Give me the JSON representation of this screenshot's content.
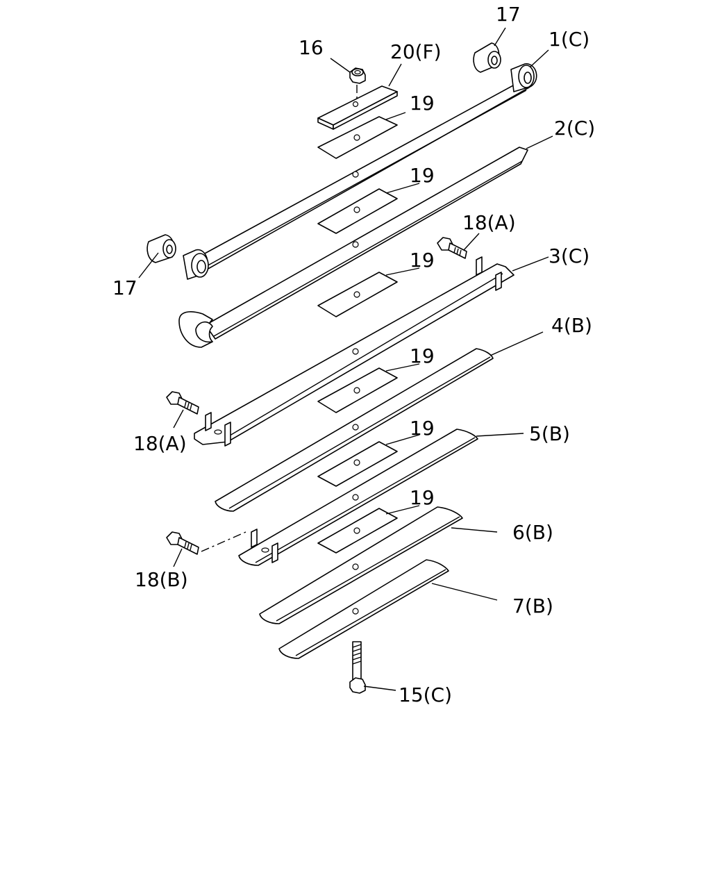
{
  "diagram": {
    "callouts": [
      {
        "id": "c17a",
        "text": "17"
      },
      {
        "id": "c1c",
        "text": "1(C)"
      },
      {
        "id": "c16",
        "text": "16"
      },
      {
        "id": "c20f",
        "text": "20(F)"
      },
      {
        "id": "c19a",
        "text": "19"
      },
      {
        "id": "c2c",
        "text": "2(C)"
      },
      {
        "id": "c19b",
        "text": "19"
      },
      {
        "id": "c18a1",
        "text": "18(A)"
      },
      {
        "id": "c3c",
        "text": "3(C)"
      },
      {
        "id": "c17b",
        "text": "17"
      },
      {
        "id": "c19c",
        "text": "19"
      },
      {
        "id": "c4b",
        "text": "4(B)"
      },
      {
        "id": "c19d",
        "text": "19"
      },
      {
        "id": "c18a2",
        "text": "18(A)"
      },
      {
        "id": "c19e",
        "text": "19"
      },
      {
        "id": "c5b",
        "text": "5(B)"
      },
      {
        "id": "c19f",
        "text": "19"
      },
      {
        "id": "c6b",
        "text": "6(B)"
      },
      {
        "id": "c18b",
        "text": "18(B)"
      },
      {
        "id": "c7b",
        "text": "7(B)"
      },
      {
        "id": "c15c",
        "text": "15(C)"
      }
    ]
  }
}
